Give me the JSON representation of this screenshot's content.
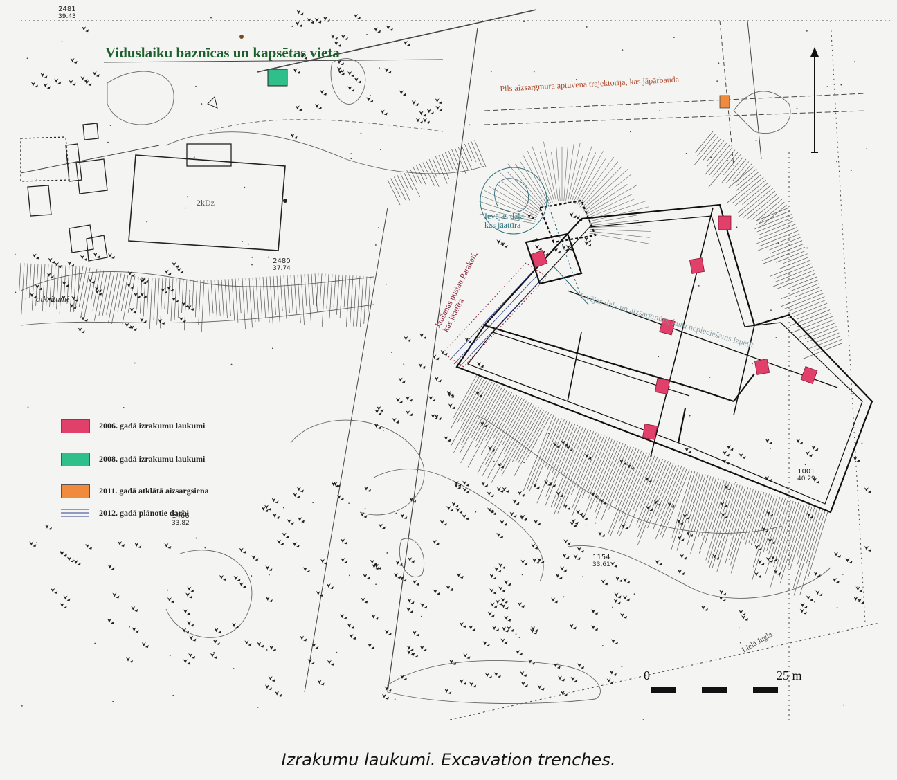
{
  "map": {
    "church_site_label": "Viduslaiku baznīcas un kapsētas vieta",
    "trajectory_label": "Pils aizsargmūra aptuvenā trajektorija, kas jāpārbauda",
    "upper_part_label": [
      "Ievējas daļa,",
      "kas jāattīra"
    ],
    "path_part_label": [
      "Jaušanas pusiau Parakati,",
      "kas jāattīra"
    ],
    "explore_part_label": "Ievējas daļa un aizsargmūrs, kuru nepieciešams izpētīt",
    "building_label": "2kDz",
    "uncovered_label": "atkritumi",
    "river_label": "Lielā Jugla",
    "stations": [
      {
        "id": "2481",
        "elevation": "39.43"
      },
      {
        "id": "2480",
        "elevation": "37.74"
      },
      {
        "id": "1001",
        "elevation": "40.29"
      },
      {
        "id": "1466",
        "elevation": "33.82"
      },
      {
        "id": "1154",
        "elevation": "33.61"
      }
    ]
  },
  "legend": {
    "items": [
      {
        "label": "2006. gadā izrakumu laukumi",
        "color": "#e0406a"
      },
      {
        "label": "2008. gadā izrakumu laukumi",
        "color": "#2fbf8a"
      },
      {
        "label": "2011. gadā atklātā aizsargsiena",
        "color": "#f08a3c"
      },
      {
        "label": "2012. gadā plānotie darbi",
        "color": "#2c3a8a"
      }
    ]
  },
  "scale": {
    "start": "0",
    "end": "25 m"
  },
  "caption": "Izrakumu laukumi. Excavation trenches."
}
